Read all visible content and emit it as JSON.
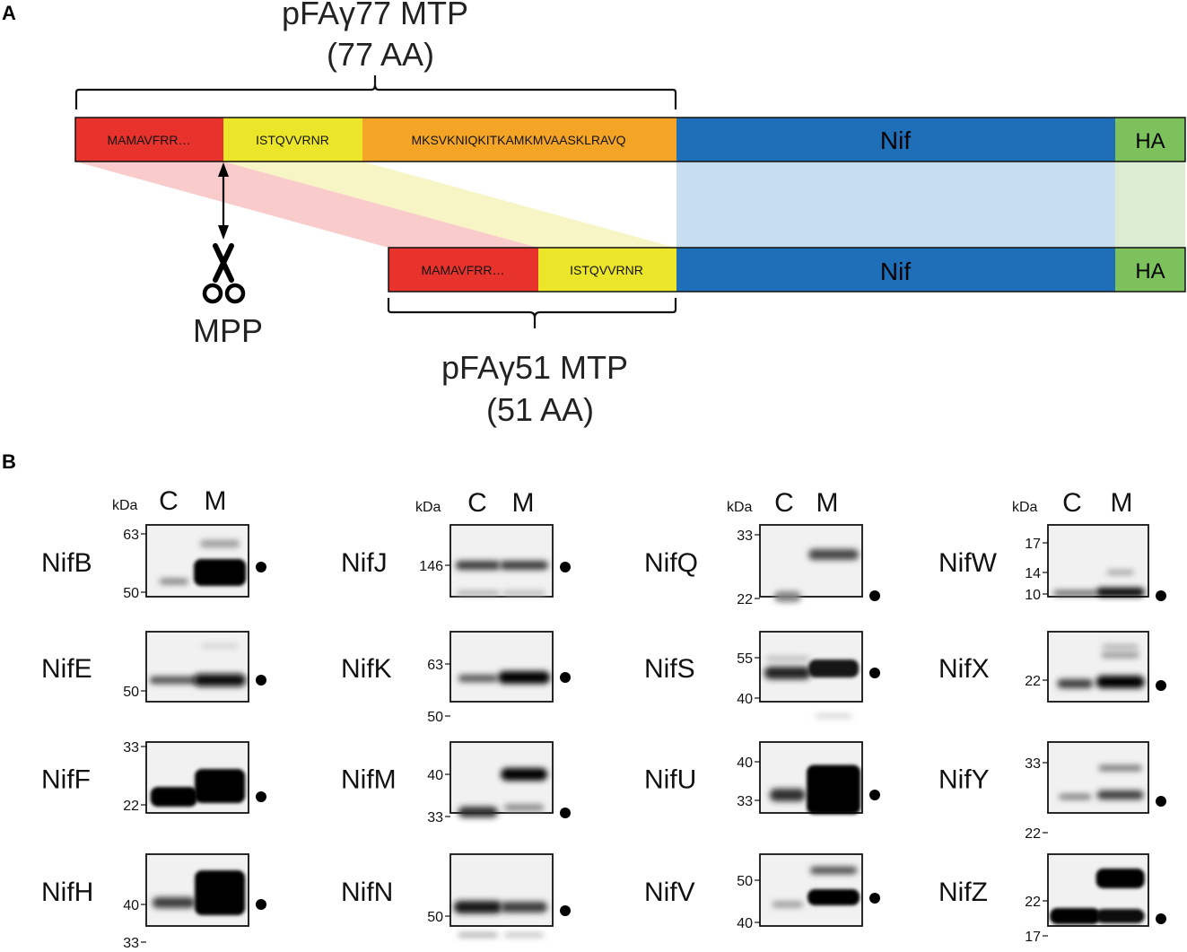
{
  "panel_a": {
    "label": "A",
    "mtp77": {
      "title": "pFAγ77 MTP",
      "subtitle": "(77 AA)"
    },
    "mtp51": {
      "title": "pFAγ51 MTP",
      "subtitle": "(51 AA)"
    },
    "protease": "MPP",
    "full_construct": [
      {
        "text": "MAMAVFRR…",
        "color": "#e8332c"
      },
      {
        "text": "ISTQVVRNR",
        "color": "#ece62a"
      },
      {
        "text": "MKSVKNIQKITKAMKMVAASKLRAVQ",
        "color": "#f4a526"
      },
      {
        "text": "Nif",
        "color": "#1f6fb8"
      },
      {
        "text": "HA",
        "color": "#7cc15b"
      }
    ],
    "processed_construct": [
      {
        "text": "MAMAVFRR…",
        "color": "#e8332c"
      },
      {
        "text": "ISTQVVRNR",
        "color": "#ece62a"
      },
      {
        "text": "Nif",
        "color": "#1f6fb8"
      },
      {
        "text": "HA",
        "color": "#7cc15b"
      }
    ]
  },
  "panel_b": {
    "label": "B",
    "unit": "kDa",
    "lane_c": "C",
    "lane_m": "M",
    "blots": [
      {
        "name": "NifB",
        "markers": [
          "63",
          "50"
        ]
      },
      {
        "name": "NifE",
        "markers": [
          "50"
        ]
      },
      {
        "name": "NifF",
        "markers": [
          "33",
          "22"
        ]
      },
      {
        "name": "NifH",
        "markers": [
          "40",
          "33"
        ]
      },
      {
        "name": "NifJ",
        "markers": [
          "146"
        ]
      },
      {
        "name": "NifK",
        "markers": [
          "63",
          "50"
        ]
      },
      {
        "name": "NifM",
        "markers": [
          "40",
          "33"
        ]
      },
      {
        "name": "NifN",
        "markers": [
          "50"
        ]
      },
      {
        "name": "NifQ",
        "markers": [
          "33",
          "22"
        ]
      },
      {
        "name": "NifS",
        "markers": [
          "55",
          "40"
        ]
      },
      {
        "name": "NifU",
        "markers": [
          "40",
          "33"
        ]
      },
      {
        "name": "NifV",
        "markers": [
          "50",
          "40"
        ]
      },
      {
        "name": "NifW",
        "markers": [
          "17",
          "14",
          "10"
        ]
      },
      {
        "name": "NifX",
        "markers": [
          "22"
        ]
      },
      {
        "name": "NifY",
        "markers": [
          "33",
          "22"
        ]
      },
      {
        "name": "NifZ",
        "markers": [
          "22",
          "17"
        ]
      }
    ]
  }
}
